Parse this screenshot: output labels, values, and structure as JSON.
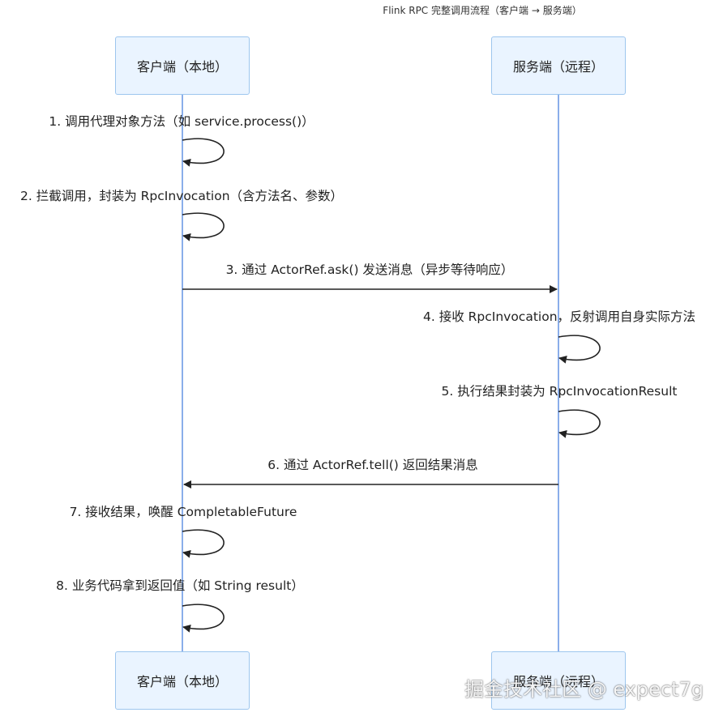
{
  "title": "Flink RPC 完整调用流程（客户端 → 服务端）",
  "actors": {
    "client": "客户端（本地）",
    "server": "服务端（远程）"
  },
  "messages": [
    {
      "from": "client",
      "to": "client",
      "label": "1. 调用代理对象方法（如 service.process()）"
    },
    {
      "from": "client",
      "to": "client",
      "label": "2. 拦截调用，封装为 RpcInvocation（含方法名、参数）"
    },
    {
      "from": "client",
      "to": "server",
      "label": "3. 通过 ActorRef.ask() 发送消息（异步等待响应）"
    },
    {
      "from": "server",
      "to": "server",
      "label": "4. 接收 RpcInvocation，反射调用自身实际方法"
    },
    {
      "from": "server",
      "to": "server",
      "label": "5. 执行结果封装为 RpcInvocationResult"
    },
    {
      "from": "server",
      "to": "client",
      "label": "6. 通过 ActorRef.tell() 返回结果消息"
    },
    {
      "from": "client",
      "to": "client",
      "label": "7. 接收结果，唤醒 CompletableFuture"
    },
    {
      "from": "client",
      "to": "client",
      "label": "8. 业务代码拿到返回值（如 String result）"
    }
  ],
  "watermark": "掘金技术社区 @ expect7g",
  "colors": {
    "actor_fill": "#eaf4ff",
    "actor_border": "#9dc6ee",
    "lifeline": "#8aaeea",
    "arrow": "#222222"
  }
}
